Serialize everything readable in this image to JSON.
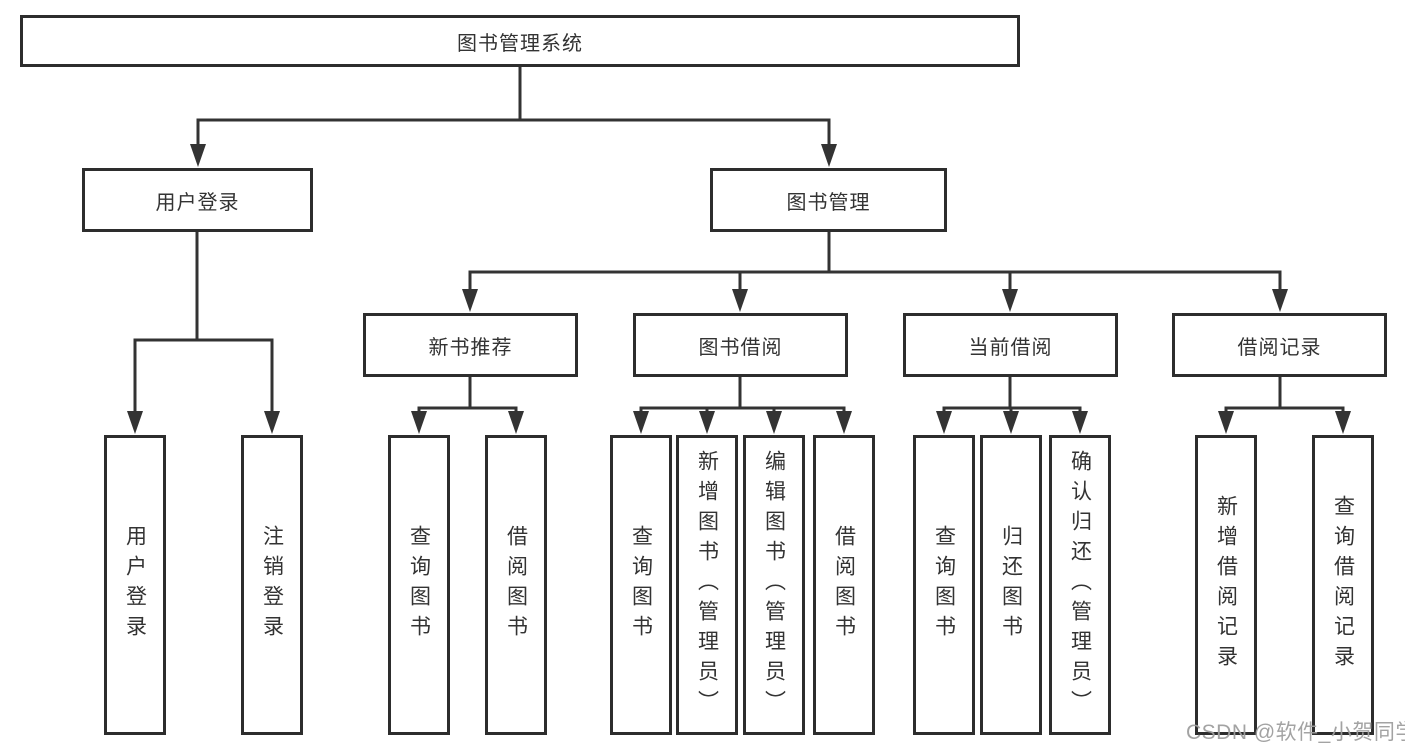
{
  "colors": {
    "line": "#333333",
    "box_border": "#2d2d2d",
    "text": "#333333",
    "watermark_color": "#9e9e9e",
    "background": "#ffffff"
  },
  "diagram": {
    "root": "图书管理系统",
    "level2": [
      "用户登录",
      "图书管理"
    ],
    "level3": [
      "新书推荐",
      "图书借阅",
      "当前借阅",
      "借阅记录"
    ],
    "leaves_user_login": [
      "用户登录",
      "注销登录"
    ],
    "leaves_new_book": [
      "查询图书",
      "借阅图书"
    ],
    "leaves_book_borrow": [
      "查询图书",
      "新增图书（管理员）",
      "编辑图书（管理员）",
      "借阅图书"
    ],
    "leaves_current_borrow": [
      "查询图书",
      "归还图书",
      "确认归还（管理员）"
    ],
    "leaves_borrow_records": [
      "新增借阅记录",
      "查询借阅记录"
    ]
  },
  "watermark": "CSDN @软件_小贺同学"
}
